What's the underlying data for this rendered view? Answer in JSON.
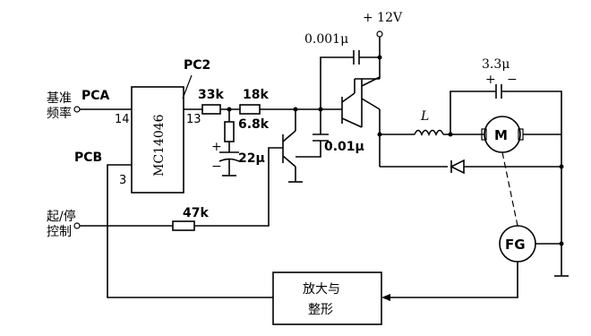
{
  "labels": {
    "ref_freq_line1": "基准",
    "ref_freq_line2": "频率",
    "pca": "PCA",
    "pcb": "PCB",
    "pc2": "PC2",
    "pin14": "14",
    "pin13": "13",
    "pin3": "3",
    "ic_name": "MC14046",
    "r_33k": "33k",
    "r_18k": "18k",
    "r_6_8k": "6.8k",
    "c_22u": "22μ",
    "c_0_001u": "0.001μ",
    "c_0_01u": "0.01μ",
    "vcc": "+ 12V",
    "c_3_3u": "3.3μ",
    "plus": "+",
    "minus": "−",
    "inductor": "L",
    "motor": "M",
    "fg": "FG",
    "start_stop_line1": "起/停",
    "start_stop_line2": "控制",
    "r_47k": "47k",
    "amp_line1": "放大与",
    "amp_line2": "整形"
  }
}
